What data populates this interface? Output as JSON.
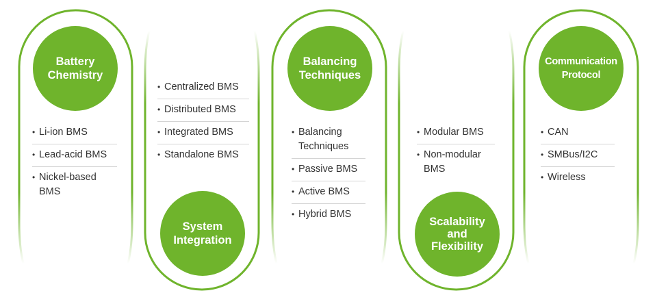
{
  "title": "BMS Classification",
  "colors": {
    "accent": "#6fb42c",
    "text": "#333333",
    "divider": "#d4d4d4"
  },
  "pillars": [
    {
      "heading": "Battery\nChemistry",
      "orientation": "top",
      "items": [
        "Li-ion BMS",
        "Lead-acid BMS",
        "Nickel-based\nBMS"
      ]
    },
    {
      "heading": "System\nIntegration",
      "orientation": "bottom",
      "items": [
        "Centralized BMS",
        "Distributed BMS",
        "Integrated BMS",
        "Standalone BMS"
      ]
    },
    {
      "heading": "Balancing\nTechniques",
      "orientation": "top",
      "items": [
        "Balancing\nTechniques",
        "Passive BMS",
        "Active BMS",
        "Hybrid BMS"
      ]
    },
    {
      "heading": "Scalability\nand\nFlexibility",
      "orientation": "bottom",
      "items": [
        "Modular BMS",
        "Non-modular\nBMS"
      ]
    },
    {
      "heading": "Communication\nProtocol",
      "orientation": "top",
      "items": [
        "CAN",
        "SMBus/I2C",
        "Wireless"
      ]
    }
  ],
  "bullet_glyph": "•"
}
